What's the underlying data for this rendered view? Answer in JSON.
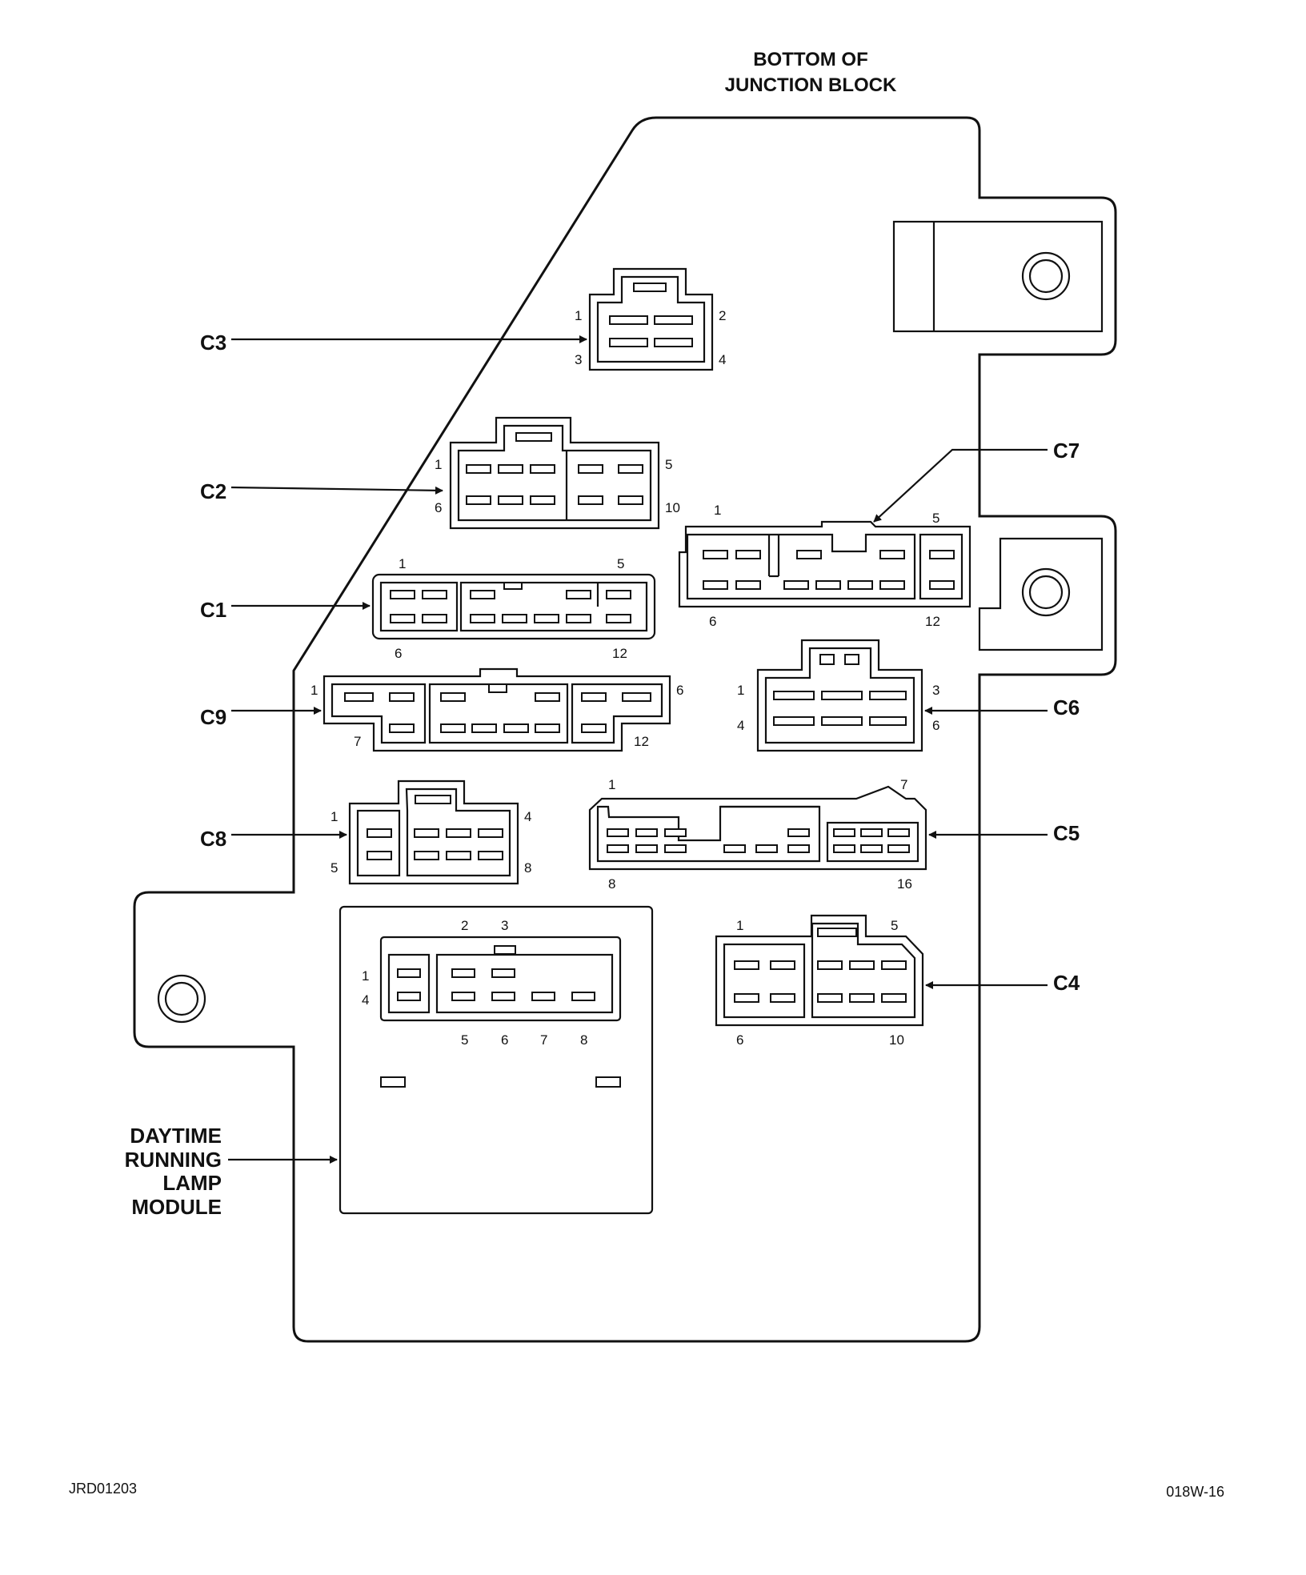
{
  "title": {
    "line1": "BOTTOM OF",
    "line2": "JUNCTION BLOCK"
  },
  "footer": {
    "left": "JRD01203",
    "right": "018W-16"
  },
  "module_label": [
    "DAYTIME",
    "RUNNING",
    "LAMP",
    "MODULE"
  ],
  "connectors": {
    "c1": {
      "label": "C1",
      "pins": [
        "1",
        "5",
        "6",
        "12"
      ]
    },
    "c2": {
      "label": "C2",
      "pins": [
        "1",
        "5",
        "6",
        "10"
      ]
    },
    "c3": {
      "label": "C3",
      "pins": [
        "1",
        "2",
        "3",
        "4"
      ]
    },
    "c4": {
      "label": "C4",
      "pins": [
        "1",
        "5",
        "6",
        "10"
      ]
    },
    "c5": {
      "label": "C5",
      "pins": [
        "1",
        "7",
        "8",
        "16"
      ]
    },
    "c6": {
      "label": "C6",
      "pins": [
        "1",
        "3",
        "4",
        "6"
      ]
    },
    "c7": {
      "label": "C7",
      "pins": [
        "1",
        "5",
        "6",
        "12"
      ]
    },
    "c8": {
      "label": "C8",
      "pins": [
        "1",
        "4",
        "5",
        "8"
      ]
    },
    "c9": {
      "label": "C9",
      "pins": [
        "1",
        "6",
        "7",
        "12"
      ]
    },
    "drl": {
      "pins": [
        "1",
        "2",
        "3",
        "4",
        "5",
        "6",
        "7",
        "8"
      ]
    }
  }
}
